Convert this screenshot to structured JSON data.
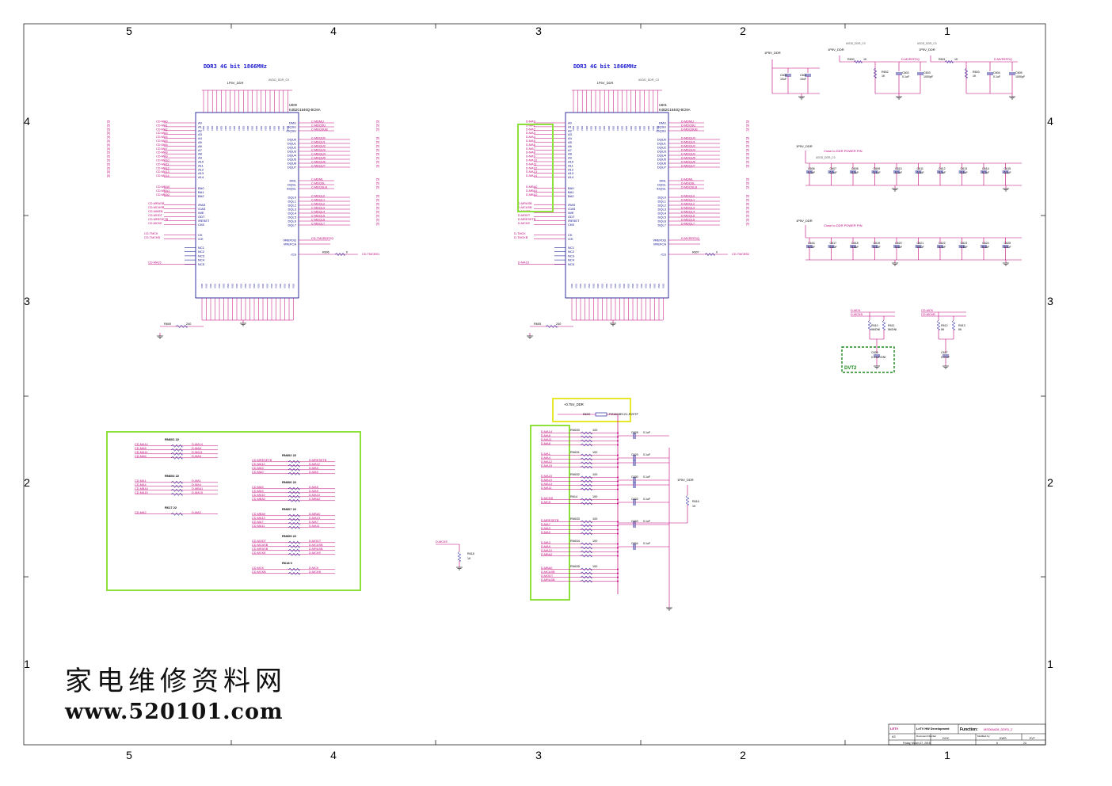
{
  "zones": {
    "top": [
      "5",
      "4",
      "3",
      "2",
      "1"
    ],
    "side": [
      "4",
      "3",
      "2",
      "1"
    ]
  },
  "chip_a": {
    "title": "DDR3 4G bit 1866MHz",
    "ref": "U600",
    "part": "K4B2G1646Q-BCMA",
    "power_net": "1P5V_DDR",
    "vref_net": "AVDD_DDR_C0",
    "zq_res": "R600",
    "zq_val": "240",
    "cs_res": "R606",
    "cs_val": "0",
    "cs_net": "CD-TMCBS1",
    "vref_out": "CD-TMVREFDQ",
    "left_prefix": "CD-",
    "right_prefix": "C-",
    "net_tag": "[5]"
  },
  "chip_b": {
    "title": "DDR3 4G bit 1866MHz",
    "ref": "U601",
    "part": "K4B2G1646Q-BCMA",
    "power_net": "1P5V_DDR",
    "vref_net": "AVDD_DDR_C0",
    "zq_res": "R605",
    "zq_val": "240",
    "cs_res": "R607",
    "cs_val": "0",
    "cs_net": "CD-TMCBS2",
    "vref_out": "D-MVREFDQ",
    "left_prefix": "D-",
    "right_prefix": "D-",
    "net_tag": "[5]"
  },
  "addr_pins": [
    "A0",
    "A1",
    "A2",
    "A3",
    "A4",
    "A5",
    "A6",
    "A7",
    "A8",
    "A9",
    "A10",
    "A11",
    "A12",
    "A13",
    "A14"
  ],
  "ba_pins": [
    "BA0",
    "BA1",
    "BA2"
  ],
  "ctrl_pins": [
    "/RAS",
    "/CAS",
    "/WE",
    "ODT",
    "/RESET",
    "CKE"
  ],
  "ck_pins": [
    "CK",
    "/CK"
  ],
  "nc_pins": [
    "NC1",
    "NC2",
    "NC3",
    "NC4",
    "NC5"
  ],
  "dq_upper": [
    "DQU0",
    "DQU1",
    "DQU2",
    "DQU3",
    "DQU4",
    "DQU5",
    "DQU6",
    "DQU7"
  ],
  "dq_lower": [
    "DQL0",
    "DQL1",
    "DQL2",
    "DQL3",
    "DQL4",
    "DQL5",
    "DQL6",
    "DQL7"
  ],
  "strobe_u": [
    "DMU",
    "DQSU",
    "/DQSU"
  ],
  "strobe_l": [
    "DML",
    "DQSL",
    "/DQSL"
  ],
  "vref_pins": [
    "VREFDQ",
    "VREFCA"
  ],
  "cs_pin": "/CS",
  "vref_block": {
    "net_left": "1P5V_DDR",
    "net_mid": "1P5V_DDR",
    "net_right": "1P5V_DDR",
    "avdd1": "AVDD_DDR_C0",
    "avdd2": "AVDD_DDR_C0",
    "c_left": "C600",
    "c_left_val": "10uF",
    "c_left2": "C601",
    "c_left2_val": "10uF",
    "r1": "R600",
    "r1v": "1K",
    "r2": "R602",
    "r2v": "1K",
    "c1": "C602",
    "c1v": "0.1uF",
    "c2": "C603",
    "c2v": "1000pF",
    "vref1": "D-MVREFDQ",
    "r3": "R601",
    "r3v": "1K",
    "r4": "R603",
    "r4v": "1K",
    "c3": "C604",
    "c3v": "0.1uF",
    "c4": "C605",
    "c4v": "1000pF",
    "vref2": "D-MVREFDQ"
  },
  "decap_rows": [
    {
      "net": "1P5V_DDR",
      "note": "Close to DDR POWER PIN",
      "avdd": "AVDD_DDR_C0",
      "caps": [
        "C606",
        "C607",
        "C608",
        "C609",
        "C610",
        "C611",
        "C612",
        "C613",
        "C614",
        "C615"
      ],
      "val": "0.1uF"
    },
    {
      "net": "1P5V_DDR",
      "note": "Close to DDR POWER PIN",
      "avdd": "",
      "caps": [
        "C616",
        "C617",
        "C618",
        "C619",
        "C620",
        "C621",
        "C622",
        "C623",
        "C624",
        "C625"
      ],
      "val": "0.1uF"
    }
  ],
  "ck_term": {
    "a_ck": "D-MCK",
    "a_ckn": "D-MCKB",
    "r_a1": "R610",
    "r_a1v": "56/DNI",
    "r_a2": "R611",
    "r_a2v": "56/DNI",
    "c_a": "C626",
    "c_av": "0.01uF/DNI",
    "b_ck": "CD-MCK",
    "b_ckn": "CD-MCKB",
    "r_b1": "R612",
    "r_b1v": "56",
    "r_b2": "R613",
    "r_b2v": "56",
    "c_b": "C627",
    "c_bv": "0.01uF",
    "tag": "DVT2"
  },
  "rn_left": [
    {
      "ref": "RN601",
      "val": "22",
      "left": [
        "CD-MA14",
        "CD-MA8",
        "CD-MA11",
        "CD-MA6"
      ],
      "right": [
        "D-MA14",
        "D-MA8",
        "D-MA11",
        "D-MA6"
      ]
    },
    {
      "ref": "RN604",
      "val": "22",
      "left": [
        "CD-MA1",
        "CD-MA4",
        "CD-MBA1",
        "CD-MA15"
      ],
      "right": [
        "D-MA1",
        "D-MA4",
        "D-MBA1",
        "D-MA15"
      ]
    },
    {
      "ref": "R617",
      "val": "22",
      "left": [
        "CD-MA2"
      ],
      "right": [
        "D-MA2"
      ]
    }
  ],
  "rn_mid": [
    {
      "ref": "RN602",
      "val": "22",
      "left": [
        "CD-MRESETB",
        "CD-MA12",
        "CD-MA3",
        "CD-MA0"
      ],
      "right": [
        "D-MRESETB",
        "D-MA12",
        "D-MA3",
        "D-MA0"
      ]
    },
    {
      "ref": "RN606",
      "val": "22",
      "left": [
        "CD-MA5",
        "CD-MA9",
        "CD-MA10",
        "CD-MBA2"
      ],
      "right": [
        "D-MA5",
        "D-MA9",
        "D-MA10",
        "D-MBA2"
      ]
    },
    {
      "ref": "RN607",
      "val": "22",
      "left": [
        "CD-MBA0",
        "CD-MA13",
        "CD-MA7",
        "CD-MA11"
      ],
      "right": [
        "D-MBA0",
        "D-MA13",
        "D-MA7",
        "D-MA11"
      ]
    },
    {
      "ref": "RN609",
      "val": "22",
      "left": [
        "CD-MODT",
        "CD-MCASB",
        "CD-MRASB",
        "CD-MCKE"
      ],
      "right": [
        "D-MODT",
        "D-MCASB",
        "D-MRASB",
        "D-MCKE"
      ]
    },
    {
      "ref": "R618",
      "val": "0",
      "left": [
        "CD-MCK",
        "CD-MCKB"
      ],
      "right": [
        "D-MCK",
        "D-MCKB"
      ]
    }
  ],
  "term": {
    "vtt_net": "+0.75V_DDR",
    "bead_ref": "B600",
    "bead_part": "PZ1608E121-R20TF",
    "groups": [
      {
        "ref": "RN630",
        "val": "100",
        "nets": [
          "D-MA14",
          "D-MA8",
          "D-MA11",
          "D-MA6"
        ],
        "cap": "C628",
        "cv": "0.1uF"
      },
      {
        "ref": "RN631",
        "val": "100",
        "nets": [
          "D-MA1",
          "D-MA4",
          "D-MA12",
          "D-MA15"
        ],
        "cap": "C629",
        "cv": "0.1uF"
      },
      {
        "ref": "RN632",
        "val": "100",
        "nets": [
          "D-MA15",
          "D-MA10",
          "D-MA13",
          "D-MA11"
        ],
        "cap": "C630",
        "cv": "0.1uF"
      },
      {
        "ref": "R614",
        "val": "100",
        "nets": [
          "D-MCKB",
          "D-MCK"
        ],
        "cap": "C632",
        "cv": "0.1uF"
      },
      {
        "ref": "RN633",
        "val": "100",
        "nets": [
          "D-MRESETB",
          "D-MA7",
          "D-MA3",
          "D-MA0"
        ],
        "cap": "C633",
        "cv": "0.1uF"
      },
      {
        "ref": "RN634",
        "val": "100",
        "nets": [
          "D-MA3",
          "D-MA9",
          "D-MA10",
          "D-MBA2"
        ],
        "cap": "C634",
        "cv": "0.1uF"
      },
      {
        "ref": "RN635",
        "val": "100",
        "nets": [
          "D-MBA0",
          "D-MCASB",
          "D-MODT",
          "D-MRASB"
        ],
        "cap": "",
        "cv": ""
      }
    ],
    "pu_net": "1P5V_DDR",
    "pu_ref": "R616",
    "pu_val": "1K",
    "cke_net": "D-MCKE",
    "cke_ref": "R618",
    "cke_val": "1K"
  },
  "watermark": {
    "line1": "家电维修资料网",
    "line2": "www.520101.com"
  },
  "titleblock": {
    "company": "LeTV HW Development",
    "function_label": "Function:",
    "function_val": "MSD6A628_DDR3_2",
    "size": "A3",
    "doc_label": "Document Number",
    "doc": "DOC",
    "modified_label": "Modified by:",
    "modified": "KWS",
    "rev": "EVT",
    "date": "Friday, March 27, 2015",
    "sheet": "6",
    "of": "24"
  }
}
